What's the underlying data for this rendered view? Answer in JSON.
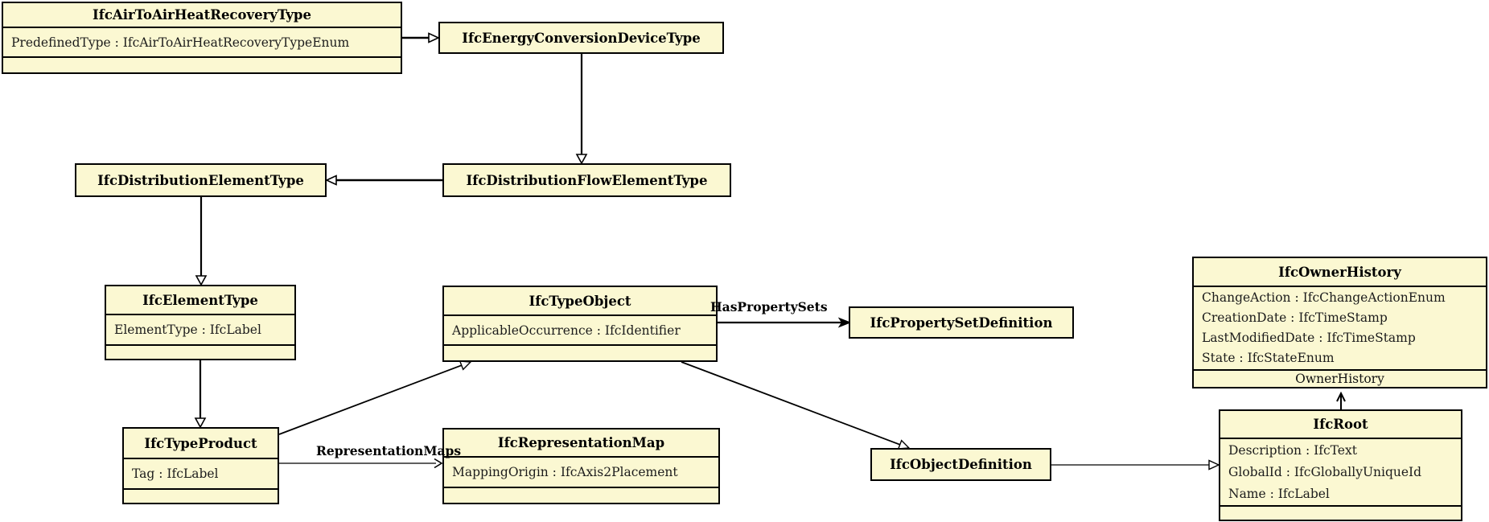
{
  "diagram": {
    "title": "IfcAirToAirHeatRecoveryType inheritance and associations diagram",
    "box_fill_color": "#FBF8D2",
    "box_border_color": "#000000",
    "background_color": "#ffffff"
  },
  "boxes": [
    {
      "title": "IfcAirToAirHeatRecoveryType",
      "attrs": [
        "PredefinedType : IfcAirToAirHeatRecoveryTypeEnum"
      ]
    },
    {
      "title": "IfcEnergyConversionDeviceType",
      "attrs": []
    },
    {
      "title": "IfcDistributionElementType",
      "attrs": []
    },
    {
      "title": "IfcDistributionFlowElementType",
      "attrs": []
    },
    {
      "title": "IfcElementType",
      "attrs": [
        "ElementType : IfcLabel"
      ]
    },
    {
      "title": "IfcTypeObject",
      "attrs": [
        "ApplicableOccurrence : IfcIdentifier"
      ]
    },
    {
      "title": "IfcPropertySetDefinition",
      "attrs": []
    },
    {
      "title": "IfcOwnerHistory",
      "attrs": [
        "ChangeAction : IfcChangeActionEnum",
        "CreationDate : IfcTimeStamp",
        "LastModifiedDate : IfcTimeStamp",
        "State : IfcStateEnum"
      ]
    },
    {
      "title": "IfcTypeProduct",
      "attrs": [
        "Tag : IfcLabel"
      ]
    },
    {
      "title": "IfcRepresentationMap",
      "attrs": [
        "MappingOrigin : IfcAxis2Placement"
      ]
    },
    {
      "title": "IfcObjectDefinition",
      "attrs": []
    },
    {
      "title": "IfcRoot",
      "attrs": [
        "Description : IfcText",
        "GlobalId : IfcGloballyUniqueId",
        "Name : IfcLabel"
      ]
    }
  ],
  "edge_labels": {
    "has_property_sets": "HasPropertySets",
    "representation_maps": "RepresentationMaps",
    "owner_history": "OwnerHistory"
  },
  "relationships": [
    {
      "from": "IfcAirToAirHeatRecoveryType",
      "to": "IfcEnergyConversionDeviceType",
      "type": "generalization"
    },
    {
      "from": "IfcEnergyConversionDeviceType",
      "to": "IfcDistributionFlowElementType",
      "type": "generalization"
    },
    {
      "from": "IfcDistributionFlowElementType",
      "to": "IfcDistributionElementType",
      "type": "generalization"
    },
    {
      "from": "IfcDistributionElementType",
      "to": "IfcElementType",
      "type": "generalization"
    },
    {
      "from": "IfcElementType",
      "to": "IfcTypeProduct",
      "type": "generalization"
    },
    {
      "from": "IfcTypeProduct",
      "to": "IfcTypeObject",
      "type": "generalization"
    },
    {
      "from": "IfcTypeObject",
      "to": "IfcObjectDefinition",
      "type": "generalization"
    },
    {
      "from": "IfcObjectDefinition",
      "to": "IfcRoot",
      "type": "generalization"
    },
    {
      "from": "IfcTypeObject",
      "to": "IfcPropertySetDefinition",
      "type": "association",
      "label": "HasPropertySets"
    },
    {
      "from": "IfcTypeProduct",
      "to": "IfcRepresentationMap",
      "type": "association",
      "label": "RepresentationMaps"
    },
    {
      "from": "IfcRoot",
      "to": "IfcOwnerHistory",
      "type": "association",
      "label": "OwnerHistory"
    }
  ]
}
